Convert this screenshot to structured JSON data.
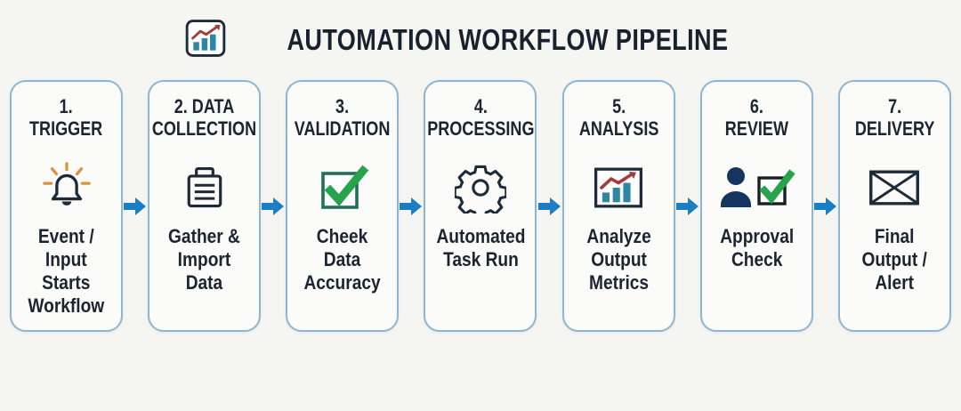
{
  "header": {
    "title": "AUTOMATION WORKFLOW PIPELINE",
    "icon": "chart-icon"
  },
  "steps": [
    {
      "heading": "1.\nTRIGGER",
      "icon": "bell-icon",
      "description": "Event /\nInput\nStarts\nWorkflow"
    },
    {
      "heading": "2. DATA\nCOLLECTION",
      "icon": "data-bin-icon",
      "description": "Gather &\nImport\nData"
    },
    {
      "heading": "3.\nVALIDATION",
      "icon": "checkbox-check-icon",
      "description": "Cheek\nData\nAccuracy"
    },
    {
      "heading": "4.\nPROCESSING",
      "icon": "gear-icon",
      "description": "Automated\nTask Run"
    },
    {
      "heading": "5.\nANALYSIS",
      "icon": "chart-icon",
      "description": "Analyze\nOutput\nMetrics"
    },
    {
      "heading": "6.\nREVIEW",
      "icon": "person-check-icon",
      "description": "Approval\nCheck"
    },
    {
      "heading": "7.\nDELIVERY",
      "icon": "envelope-icon",
      "description": "Final\nOutput /\nAlert"
    }
  ],
  "colors": {
    "background": "#f5f5f2",
    "card_background": "#fbfbf9",
    "card_border": "#8db6d2",
    "text": "#1b2531",
    "arrow_blue": "#1b7ec2",
    "check_green": "#28a24b",
    "checkbox_border_green": "#20705a",
    "bar_teal": "#2d87a2",
    "trend_red": "#a83a38",
    "ray_orange": "#d8943e",
    "person_navy": "#14355e",
    "icon_stroke": "#1d2a38"
  }
}
